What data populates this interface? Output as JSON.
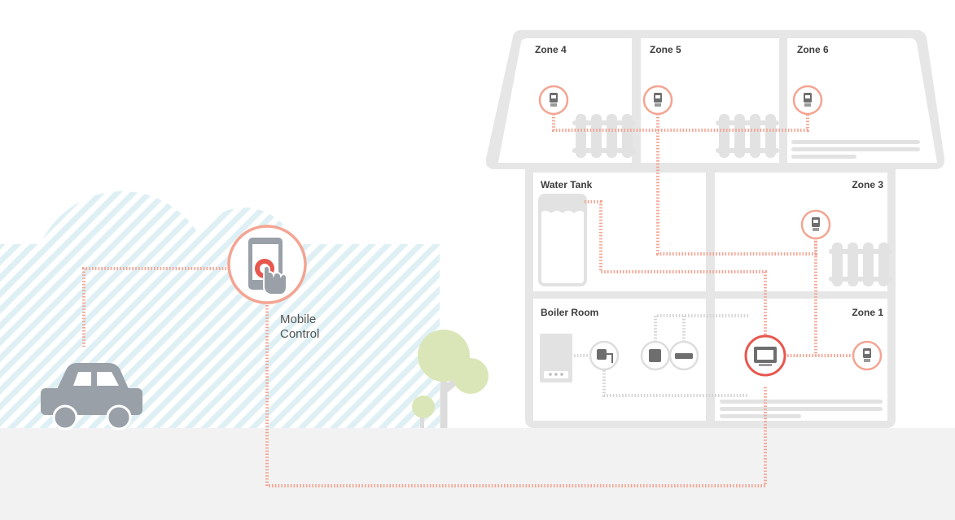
{
  "zones": {
    "zone4": "Zone 4",
    "zone5": "Zone 5",
    "zone6": "Zone 6",
    "water_tank": "Water Tank",
    "zone3": "Zone 3",
    "boiler_room": "Boiler Room",
    "zone1": "Zone 1"
  },
  "mobile": {
    "line1": "Mobile",
    "line2": "Control"
  },
  "colors": {
    "accent": "#f4a492",
    "accent_strong": "#e8574d",
    "house": "#e6e6e6",
    "vehicle": "#9aa0a8",
    "ground": "#f2f2f2",
    "tree": "#dbe6b8"
  },
  "icons": {
    "thermostat": "thermostat-valve-icon",
    "smartphone": "smartphone-touch-icon",
    "controller": "controller-screen-icon",
    "car": "car-icon"
  }
}
